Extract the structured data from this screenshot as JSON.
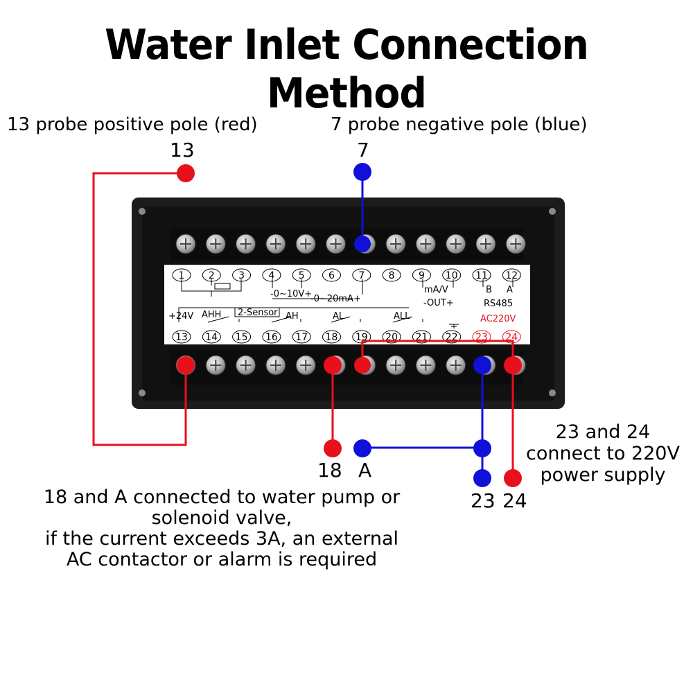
{
  "title": "Water Inlet Connection Method",
  "labels": {
    "probe_positive": "13 probe positive pole (red)",
    "probe_negative": "7 probe negative pole (blue)",
    "pin_13": "13",
    "pin_7": "7",
    "pin_18": "18",
    "pin_A": "A",
    "pin_23": "23",
    "pin_24": "24"
  },
  "notes": {
    "pump": [
      "18 and A connected to water pump or",
      "solenoid valve,",
      "if the current exceeds 3A, an external",
      "AC contactor or alarm is required"
    ],
    "power": [
      "23 and 24",
      "connect to 220V",
      "power supply"
    ]
  },
  "panel": {
    "top_numbers": [
      "1",
      "2",
      "3",
      "4",
      "5",
      "6",
      "7",
      "8",
      "9",
      "10",
      "11",
      "12"
    ],
    "bottom_numbers": [
      "13",
      "14",
      "15",
      "16",
      "17",
      "18",
      "19",
      "20",
      "21",
      "22",
      "23",
      "24"
    ],
    "text_0_10v": "-0~10V+",
    "text_0_20ma": "-0~20mA+",
    "text_ma_v": "mA/V",
    "text_out": "-OUT+",
    "text_b": "B",
    "text_a": "A",
    "text_rs485": "RS485",
    "text_24v": "+24V",
    "text_ahh": "AHH",
    "text_sensor": "2-Sensor",
    "text_ah": "AH",
    "text_al": "AL",
    "text_all": "ALL",
    "text_ac220": "AC220V"
  },
  "colors": {
    "red": "#e8101b",
    "blue": "#1010d8",
    "panel": "#1a1a1a"
  }
}
